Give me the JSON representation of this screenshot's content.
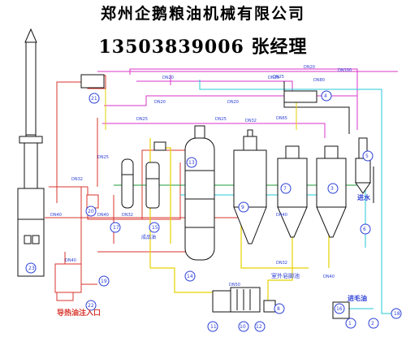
{
  "header": {
    "company": "郑州企鹅粮油机械有限公司",
    "phone_contact": "13503839006 张经理"
  },
  "colors": {
    "red": "#d8342c",
    "magenta": "#d936c8",
    "blue": "#2b3fd6",
    "yellow": "#e6d200",
    "cyan": "#25c8d8",
    "black": "#111111",
    "green": "#1c9a3a"
  },
  "diagram": {
    "pipe_labels": {
      "dn20_top_left": "DN20",
      "dn20_top_mid": "DN20",
      "dn20_top_right": "DN20",
      "dn20_mid_left": "DN20",
      "dn20_mid_right": "DN20",
      "dn25_mid": "DN25",
      "dn25_left_a": "DN25",
      "dn25_left_b": "DN25",
      "dn25_center": "DN25",
      "dn32_a": "DN32",
      "dn32_b": "DN32",
      "dn32_c": "DN32",
      "dn32_d": "DN32",
      "dn40_a": "DN40",
      "dn40_b": "DN40",
      "dn40_c": "DN40",
      "dn40_d": "DN40",
      "dn40_e": "DN40",
      "dn50_a": "DN50",
      "dn65_a": "DN65",
      "dn80_a": "DN80",
      "dn100_a": "DN100"
    },
    "equipment_numbers": [
      "1",
      "2",
      "3",
      "4",
      "5",
      "6",
      "7",
      "8",
      "9",
      "10",
      "11",
      "12",
      "13",
      "14",
      "15",
      "16",
      "17",
      "18",
      "19",
      "20",
      "21",
      "22",
      "23"
    ],
    "text_labels": {
      "outdoor_soap_pool": "室外皂脚池",
      "water_inlet": "进水",
      "crude_oil_inlet": "进毛油",
      "thermal_oil_inlet": "导热油注入口",
      "finished_oil": "成品油"
    }
  }
}
